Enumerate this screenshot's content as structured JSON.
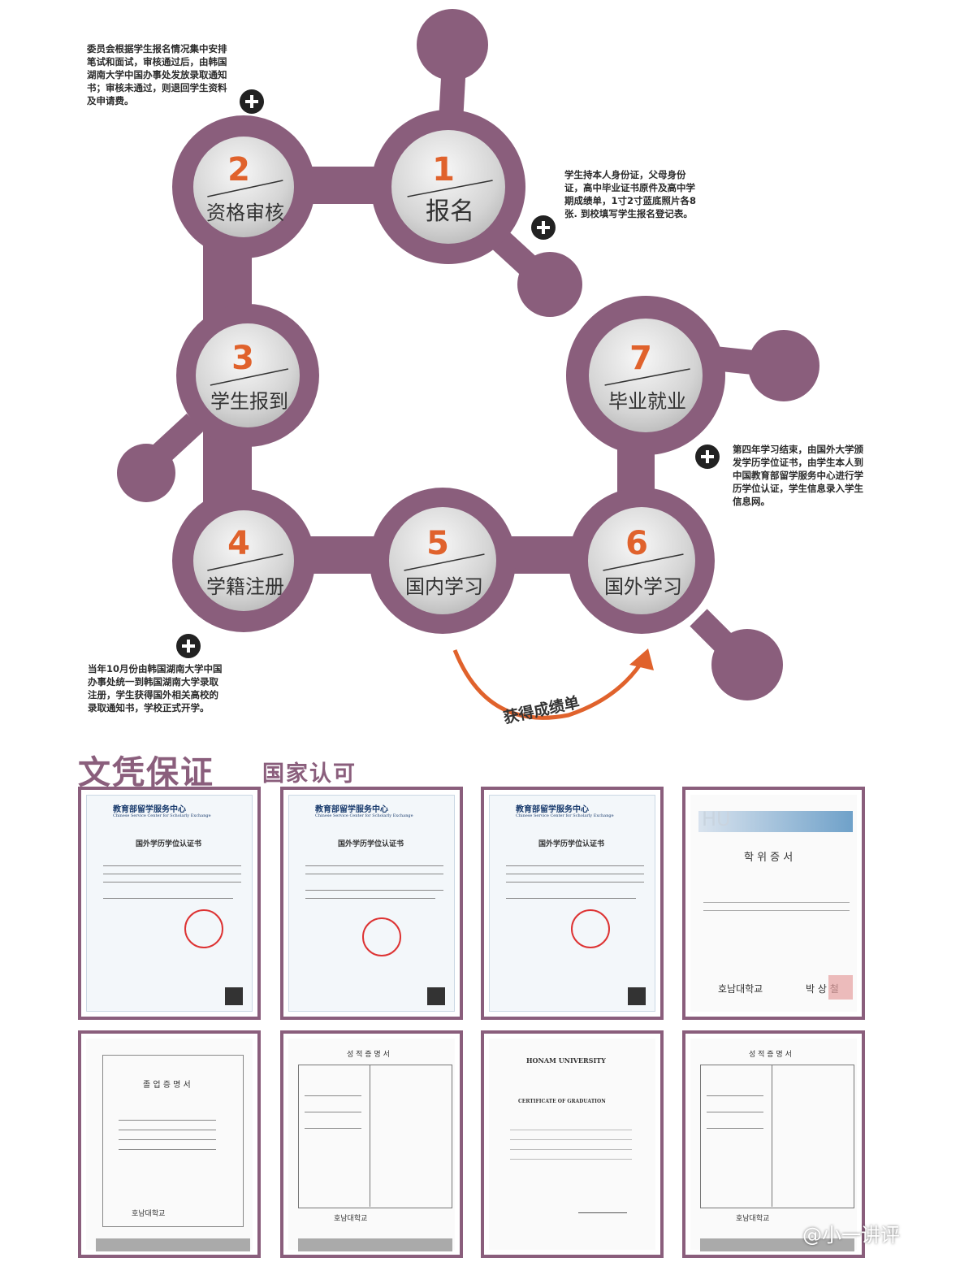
{
  "colors": {
    "plum": "#8a5e7c",
    "orange": "#e0622c",
    "disk": "#d8d8d8",
    "dark": "#333333"
  },
  "steps": [
    {
      "num": "1",
      "label": "报名"
    },
    {
      "num": "2",
      "label": "资格审核"
    },
    {
      "num": "3",
      "label": "学生报到"
    },
    {
      "num": "4",
      "label": "学籍注册"
    },
    {
      "num": "5",
      "label": "国内学习"
    },
    {
      "num": "6",
      "label": "国外学习"
    },
    {
      "num": "7",
      "label": "毕业就业"
    }
  ],
  "arrow_label": "获得成绩单",
  "descriptions": {
    "step2": [
      "委员会根据学生报名情况集中安排",
      "笔试和面试，审核通过后，由韩国",
      "湖南大学中国办事处发放录取通知",
      "书；审核未通过，则退回学生资料",
      "及申请费。"
    ],
    "step1": [
      "学生持本人身份证，父母身份",
      "证，高中毕业证书原件及高中学",
      "期成绩单，1寸2寸蓝底照片各8",
      "张. 到校填写学生报名登记表。"
    ],
    "step6": [
      "第四年学习结束，由国外大学颁",
      "发学历学位证书，由学生本人到",
      "中国教育部留学服务中心进行学",
      "历学位认证，学生信息录入学生",
      "信息网。"
    ],
    "step4": [
      "当年10月份由韩国湖南大学中国",
      "办事处统一到韩国湖南大学录取",
      "注册，学生获得国外相关高校的",
      "录取通知书，学校正式开学。"
    ]
  },
  "section": {
    "title": "文凭保证",
    "subtitle": "国家认可"
  },
  "certs": {
    "cscse_title": "教育部留学服务中心",
    "cscse_en": "Chinese Service Center for Scholarly Exchange",
    "cscse_doc": "国外学历学位认证书",
    "korean_degree": "학 위 증 서",
    "korean_univ": "호남대학교",
    "korean_seal": "박 상 철",
    "korean_grad": "졸 업 증 명 서",
    "korean_grade": "성 적 증 명 서",
    "hu_logo": "HU",
    "honam_en": "HONAM UNIVERSITY",
    "honam_cert": "CERTIFICATE OF GRADUATION"
  },
  "watermark": "@小一讲评"
}
